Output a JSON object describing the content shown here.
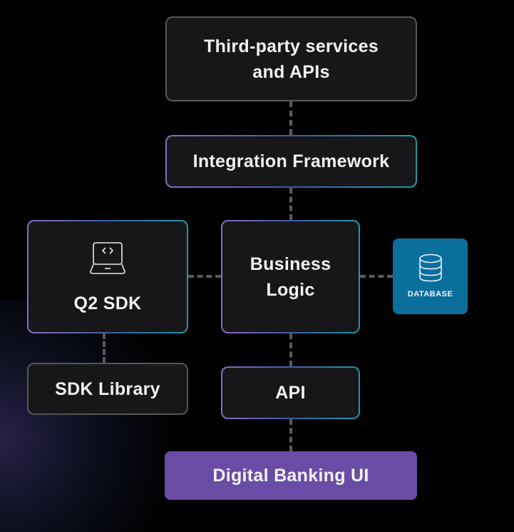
{
  "nodes": {
    "third_party": "Third-party services and APIs",
    "integration": "Integration Framework",
    "q2_sdk": "Q2 SDK",
    "business_logic": "Business Logic",
    "database": "DATABASE",
    "sdk_library": "SDK Library",
    "api": "API",
    "digital_banking_ui": "Digital Banking UI"
  },
  "icons": {
    "q2_sdk": "laptop-code-icon",
    "database": "database-icon"
  },
  "colors": {
    "ui_box": "#6a4ca6",
    "database_box": "#0b6f9e",
    "background": "#000000"
  }
}
